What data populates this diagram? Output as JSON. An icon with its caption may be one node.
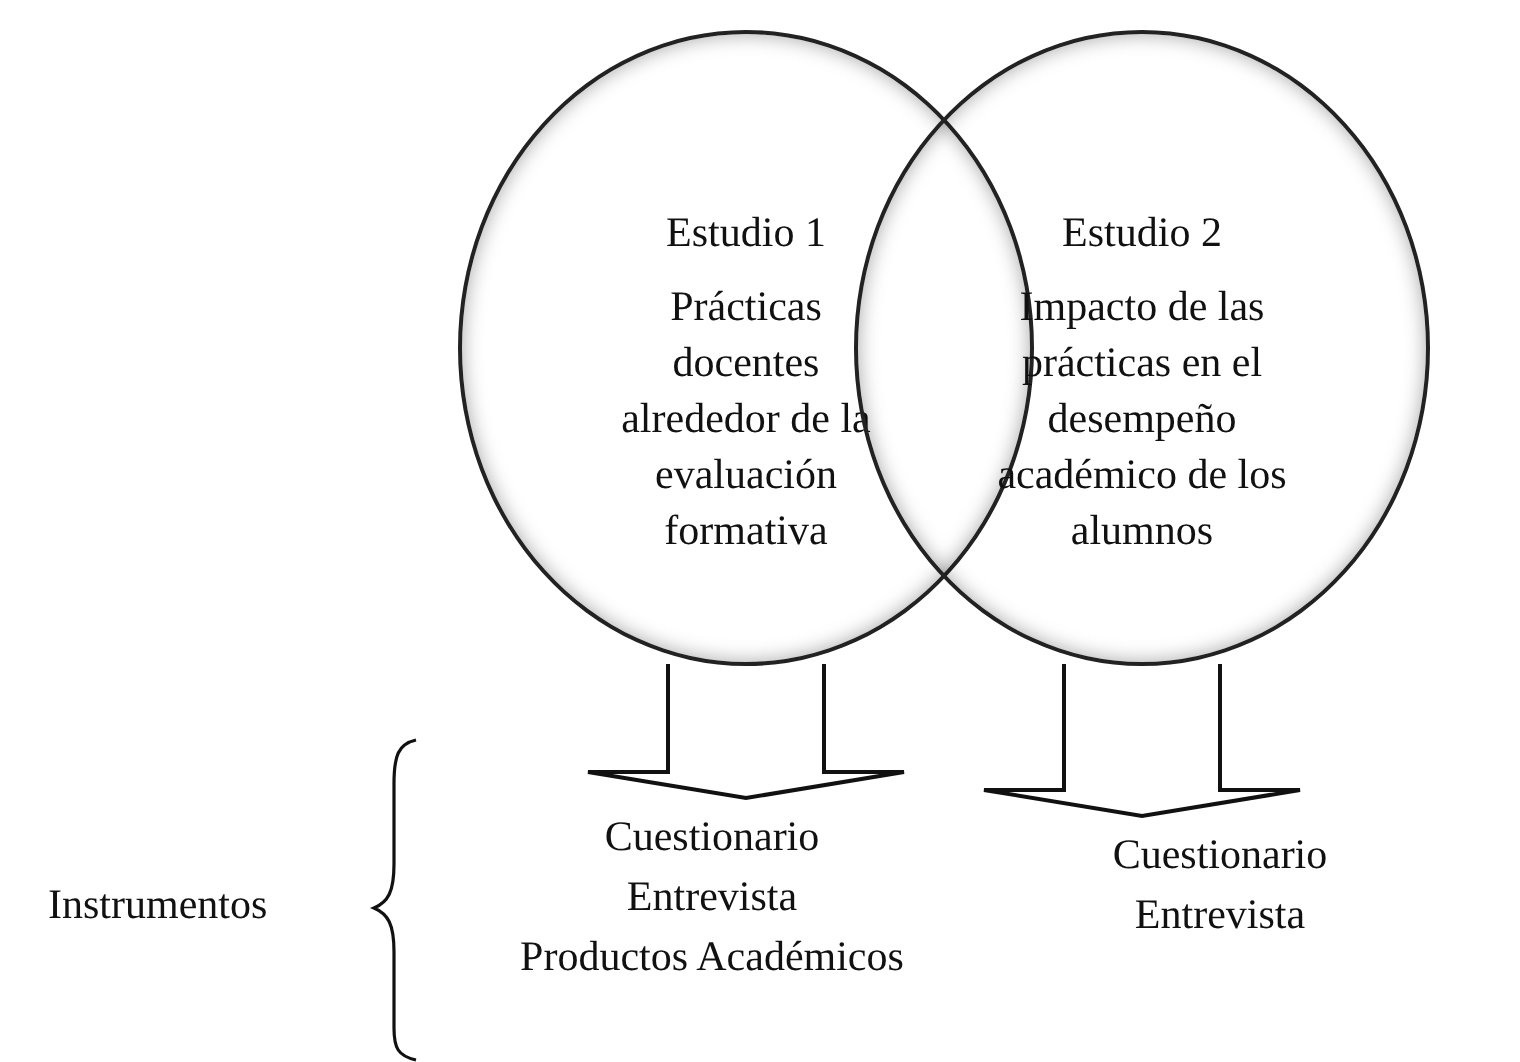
{
  "diagram": {
    "nodes": [
      {
        "text": [
          "Estudio 1",
          "Prácticas docentes alrededor de la evaluación formativa"
        ]
      },
      {
        "text": [
          "Estudio 2",
          "Impacto de las prácticas en el desempeño académico de los alumnos"
        ]
      },
      {
        "text": [
          "Cuestionario",
          "Entrevista",
          "Productos Académicos"
        ]
      },
      {
        "text": [
          "Cuestionario",
          "Entrevista"
        ]
      }
    ],
    "edges": [
      {
        "from": 0,
        "to": 2,
        "arrow": "to"
      },
      {
        "from": 1,
        "to": 3,
        "arrow": "to"
      }
    ],
    "labels": [
      "Instrumentos"
    ]
  }
}
